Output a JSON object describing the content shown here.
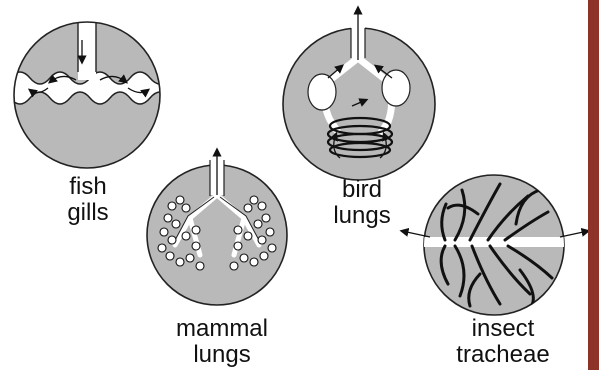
{
  "panels": [
    {
      "id": "fish",
      "line1": "fish",
      "line2": "gills"
    },
    {
      "id": "mammal",
      "line1": "mammal",
      "line2": "lungs"
    },
    {
      "id": "bird",
      "line1": "bird",
      "line2": "lungs"
    },
    {
      "id": "insect",
      "line1": "insect",
      "line2": "tracheae"
    }
  ],
  "colors": {
    "disc": "#b9b9b9",
    "disc_edge": "#222222",
    "airway": "#ffffff",
    "accent_stripe": "#8e3328"
  },
  "icons": [
    "arrow-icon"
  ]
}
